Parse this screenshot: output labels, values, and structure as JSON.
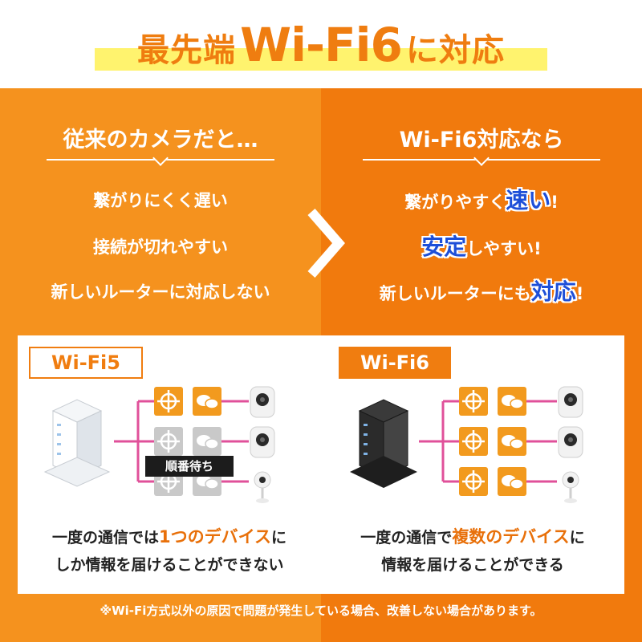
{
  "header": {
    "title_prefix": "最先端",
    "title_highlight": "Wi-Fi6",
    "title_suffix": "に対応"
  },
  "left_panel": {
    "heading": "従来のカメラだと…",
    "features": [
      "繋がりにくく遅い",
      "接続が切れやすい",
      "新しいルーターに対応しない"
    ]
  },
  "right_panel": {
    "heading": "Wi-Fi6対応なら",
    "feature1_pre": "繋がりやすく",
    "feature1_em": "速い",
    "feature1_post": "!",
    "feature2_em": "安定",
    "feature2_post": "しやすい!",
    "feature3_pre": "新しいルーターにも",
    "feature3_em": "対応",
    "feature3_post": "!"
  },
  "diagram_left": {
    "tag": "Wi-Fi5",
    "waiting_label": "順番待ち",
    "caption_line1_pre": "一度の通信では",
    "caption_line1_accent": "1つのデバイス",
    "caption_line1_post": "に",
    "caption_line2": "しか情報を届けることができない"
  },
  "diagram_right": {
    "tag": "Wi-Fi6",
    "caption_line1_pre": "一度の通信で",
    "caption_line1_accent": "複数のデバイス",
    "caption_line1_post": "に",
    "caption_line2": "情報を届けることができる"
  },
  "footnote": "※Wi-Fi方式以外の原因で問題が発生している場合、改善しない場合があります。",
  "colors": {
    "orange_light": "#f5921e",
    "orange_dark": "#f17a0d",
    "accent_blue": "#1e4fd8",
    "line_pink": "#e0509a",
    "title_highlight": "#fff36e"
  },
  "icons": [
    "target-icon",
    "chat-bubbles-icon",
    "router-icon",
    "security-camera-icon",
    "chevron-right-icon"
  ]
}
